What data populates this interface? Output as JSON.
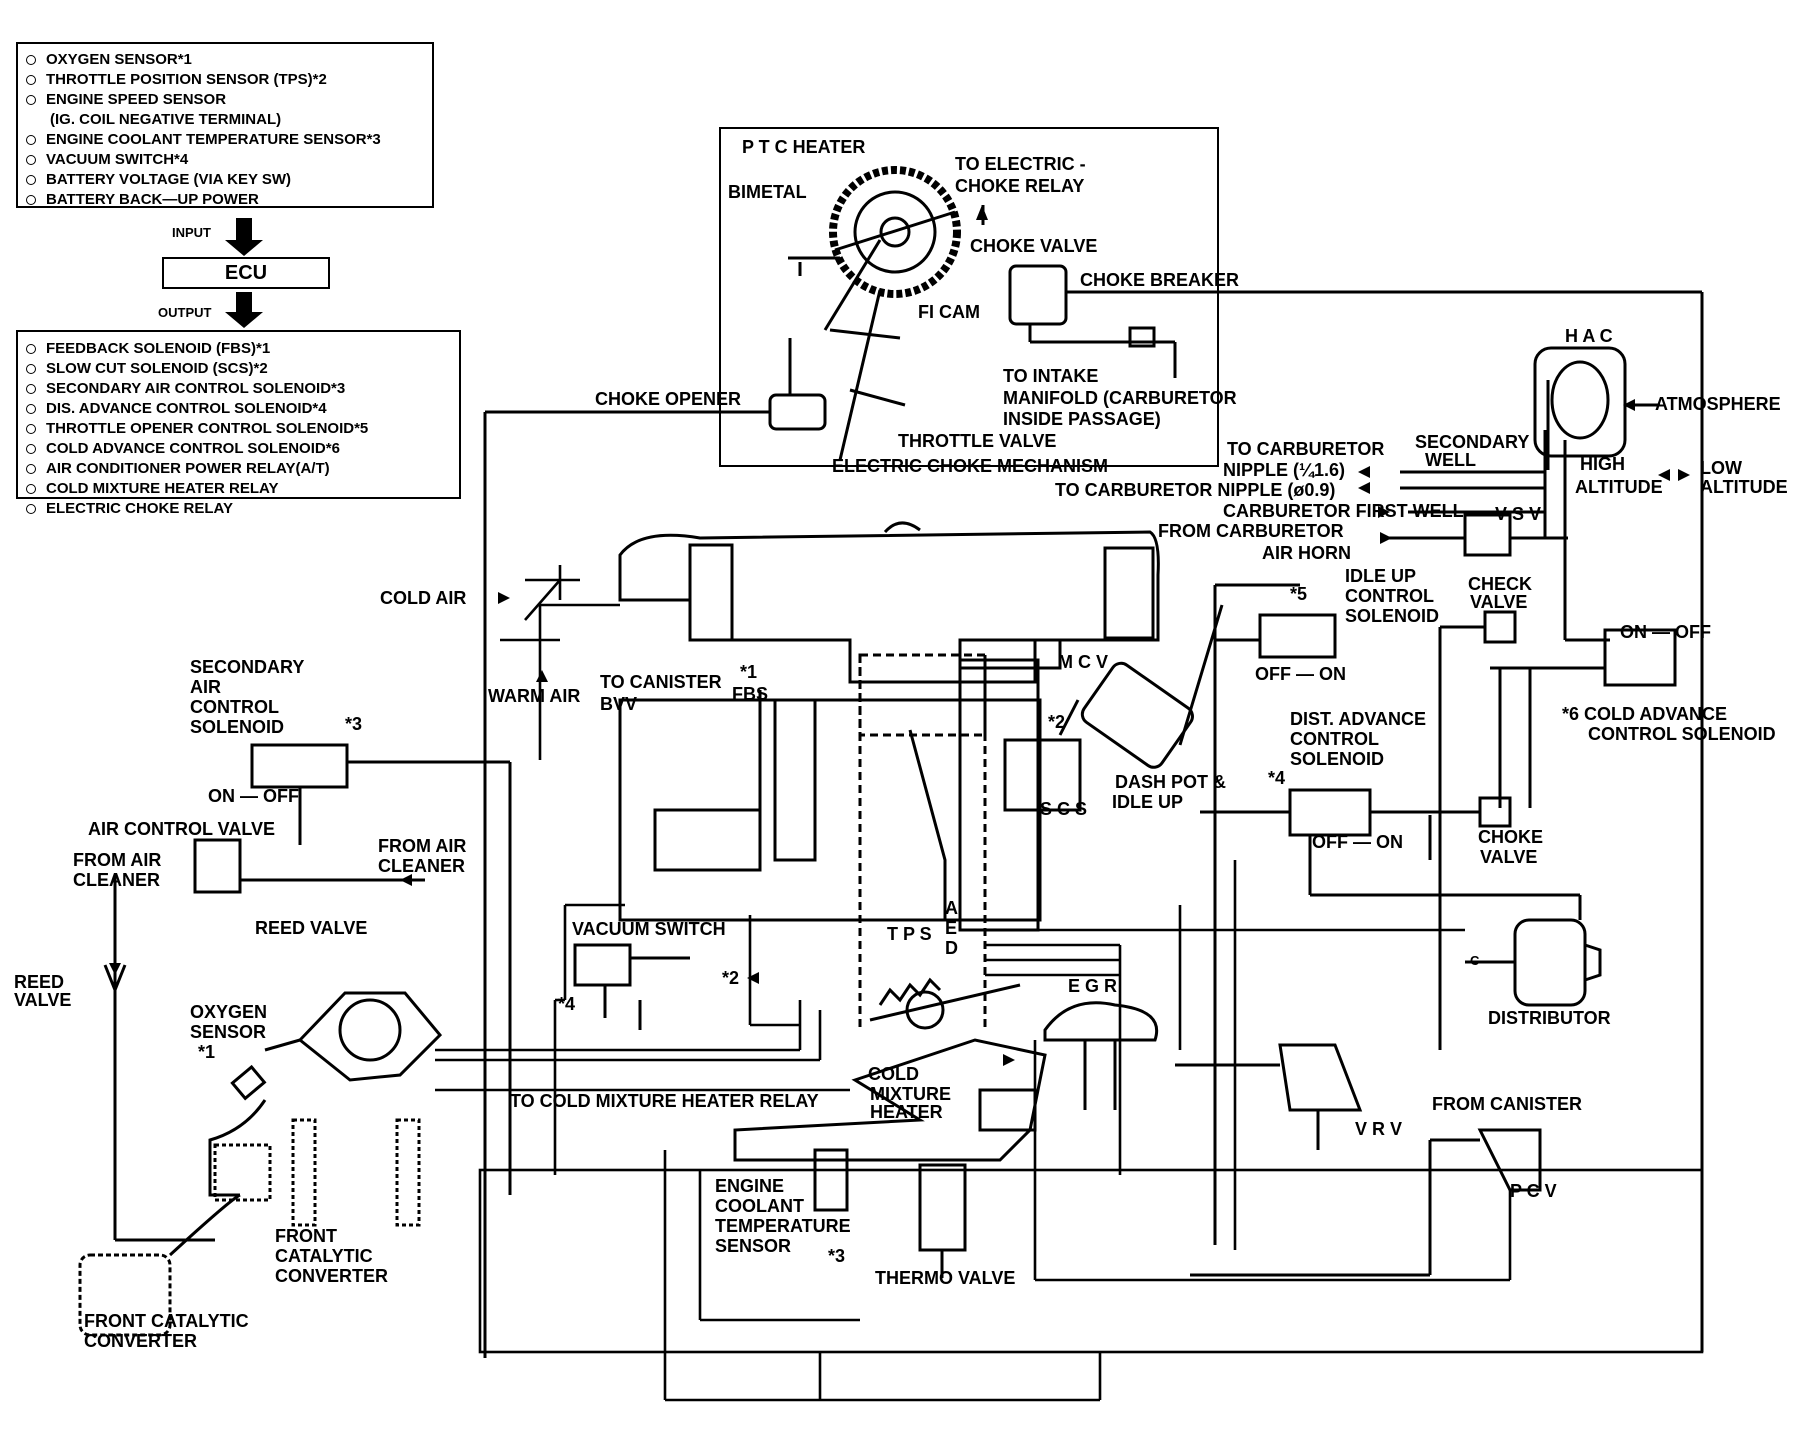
{
  "input_list": [
    "OXYGEN SENSOR*1",
    "THROTTLE POSITION SENSOR (TPS)*2",
    "ENGINE SPEED SENSOR",
    "(IG. COIL NEGATIVE TERMINAL)",
    "ENGINE COOLANT TEMPERATURE SENSOR*3",
    "VACUUM SWITCH*4",
    "BATTERY VOLTAGE (VIA KEY SW)",
    "BATTERY BACK—UP POWER"
  ],
  "input_label": "INPUT",
  "ecu_label": "ECU",
  "output_label": "OUTPUT",
  "output_list": [
    "FEEDBACK SOLENOID (FBS)*1",
    "SLOW CUT SOLENOID (SCS)*2",
    "SECONDARY AIR CONTROL SOLENOID*3",
    "DIS. ADVANCE CONTROL SOLENOID*4",
    "THROTTLE OPENER CONTROL SOLENOID*5",
    "COLD ADVANCE CONTROL SOLENOID*6",
    "AIR CONDITIONER POWER RELAY(A/T)",
    "COLD MIXTURE HEATER RELAY",
    "ELECTRIC CHOKE RELAY"
  ],
  "labels": {
    "ptc_heater": "P T C  HEATER",
    "bimetal": "BIMETAL",
    "to_electric": "TO ELECTRIC -",
    "choke_relay": "CHOKE RELAY",
    "choke_valve": "CHOKE VALVE",
    "choke_breaker": "CHOKE BREAKER",
    "fi_cam": "FI  CAM",
    "to_intake": "TO INTAKE",
    "manifold": "MANIFOLD (CARBURETOR",
    "inside_passage": "INSIDE PASSAGE)",
    "choke_opener": "CHOKE OPENER",
    "throttle_valve": "THROTTLE VALVE",
    "electric_choke_mechanism": "ELECTRIC CHOKE MECHANISM",
    "hac": "H A C",
    "atmosphere": "ATMOSPHERE",
    "secondary": "SECONDARY",
    "well": "WELL",
    "high": "HIGH",
    "altitude": "ALTITUDE",
    "low": "LOW",
    "low_altitude": "ALTITUDE",
    "to_carb_1": "TO CARBURETOR",
    "nipple_1": "NIPPLE (¼1.6)",
    "to_carb_2": "TO CARBURETOR NIPPLE (ø0.9)",
    "carb_first_well": "CARBURETOR FIRST WELL",
    "vsv": "V S V",
    "from_carburetor": "FROM CARBURETOR",
    "air_horn": "AIR HORN",
    "star5": "*5",
    "idle_up": "IDLE UP",
    "control": "CONTROL",
    "solenoid": "SOLENOID",
    "off_on_1": "OFF — ON",
    "check": "CHECK",
    "valve": "VALVE",
    "on_off_1": "ON — OFF",
    "star6_cold_advance": "*6 COLD ADVANCE",
    "control_solenoid": "CONTROL SOLENOID",
    "cold_air": "COLD AIR",
    "warm_air": "WARM AIR",
    "to_canister": "TO CANISTER",
    "star1_a": "*1",
    "bvv": "BVV",
    "fbs": "FBS",
    "mcv": "M C V",
    "star2_a": "*2",
    "scs": "S C S",
    "dash_pot": "DASH POT &",
    "idle_up_2": "IDLE UP",
    "dist_advance": "DIST. ADVANCE",
    "control_2": "CONTROL",
    "solenoid_2": "SOLENOID",
    "star4_a": "*4",
    "off_on_2": "OFF — ON",
    "choke": "CHOKE",
    "valve_2": "VALVE",
    "secondary_air": "SECONDARY",
    "air": "AIR",
    "control_3": "CONTROL",
    "solenoid_3": "SOLENOID",
    "star3_a": "*3",
    "on_off_2": "ON — OFF",
    "air_control_valve": "AIR CONTROL VALVE",
    "from_air": "FROM AIR",
    "cleaner": "CLEANER",
    "from_air_2": "FROM AIR",
    "cleaner_2": "CLEANER",
    "reed_valve": "REED VALVE",
    "reed": "REED",
    "valve_3": "VALVE",
    "vacuum_switch": "VACUUM SWITCH",
    "star4_b": "*4",
    "star2_b": "*2",
    "tps": "T P S",
    "a": "A",
    "e": "E",
    "d": "D",
    "egr": "E G R",
    "c": "C",
    "distributor": "DISTRIBUTOR",
    "oxygen": "OXYGEN",
    "sensor": "SENSOR",
    "star1_b": "*1",
    "to_cold_mixture": "TO COLD MIXTURE HEATER RELAY",
    "cold": "COLD",
    "mixture": "MIXTURE",
    "heater": "HEATER",
    "vrv": "V R V",
    "from_canister": "FROM CANISTER",
    "pcv": "P C V",
    "engine": "ENGINE",
    "coolant": "COOLANT",
    "temperature": "TEMPERATURE",
    "sensor_2": "SENSOR",
    "star3_b": "*3",
    "thermo_valve": "THERMO VALVE",
    "front": "FRONT",
    "catalytic": "CATALYTIC",
    "converter": "CONVERTER",
    "front_catalytic": "FRONT CATALYTIC",
    "converter_2": "CONVERTER"
  }
}
